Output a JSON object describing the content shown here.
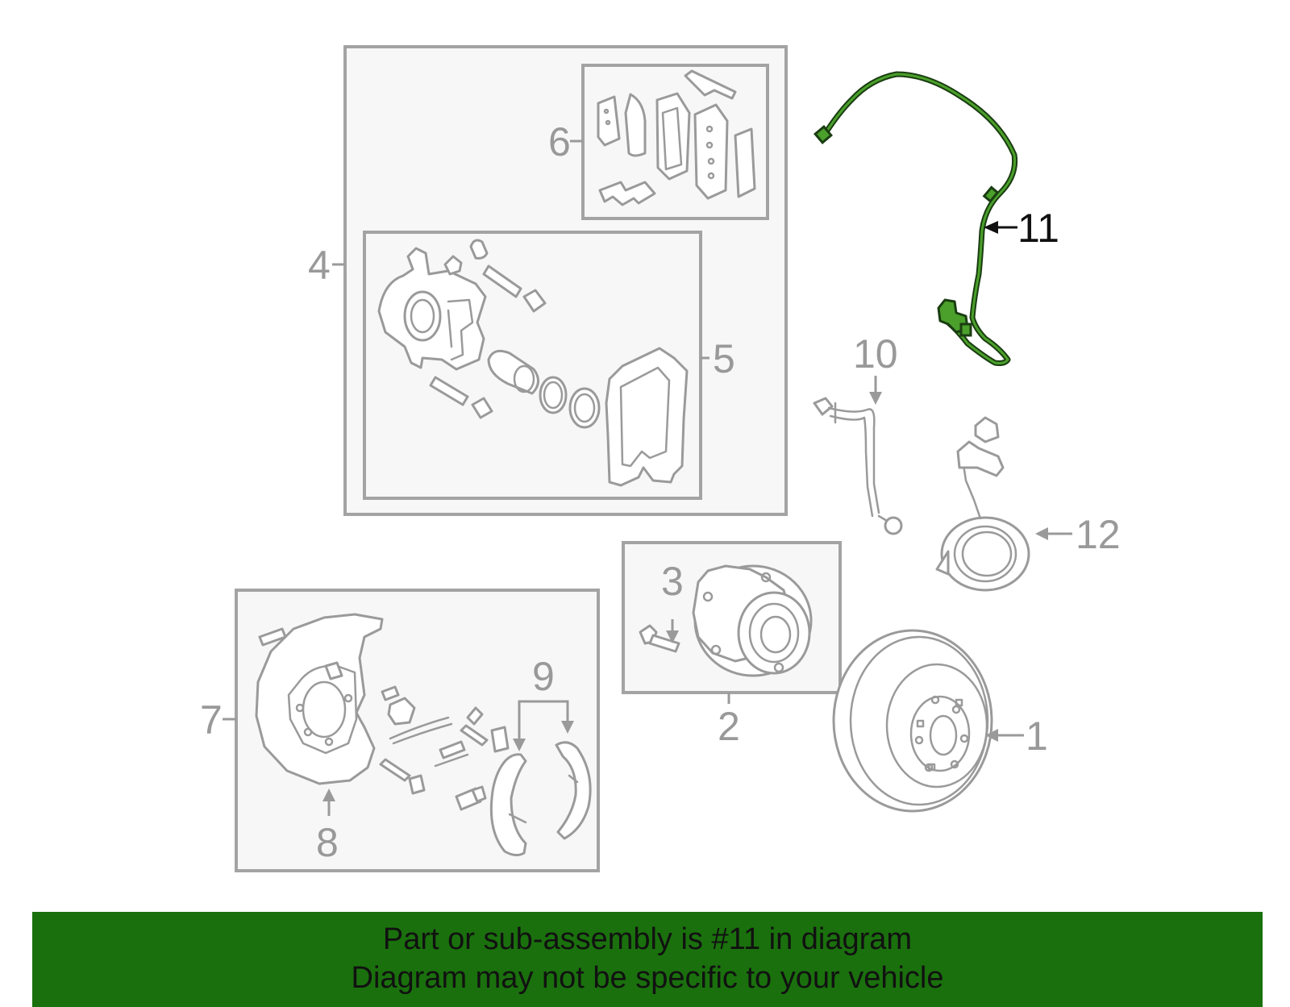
{
  "callouts": {
    "c1": "1",
    "c2": "2",
    "c3": "3",
    "c4": "4",
    "c5": "5",
    "c6": "6",
    "c7": "7",
    "c8": "8",
    "c9": "9",
    "c10": "10",
    "c11": "11",
    "c12": "12"
  },
  "highlighted_part": "11",
  "colors": {
    "banner_background": "#1a700d",
    "highlight_wire": "#4aa02a",
    "part_outline": "#9a9a9a",
    "group_box_fill": "#f7f7f7"
  },
  "banner": {
    "line1": "Part or sub-assembly is #11 in diagram",
    "line2": "Diagram may not be specific to your vehicle"
  }
}
